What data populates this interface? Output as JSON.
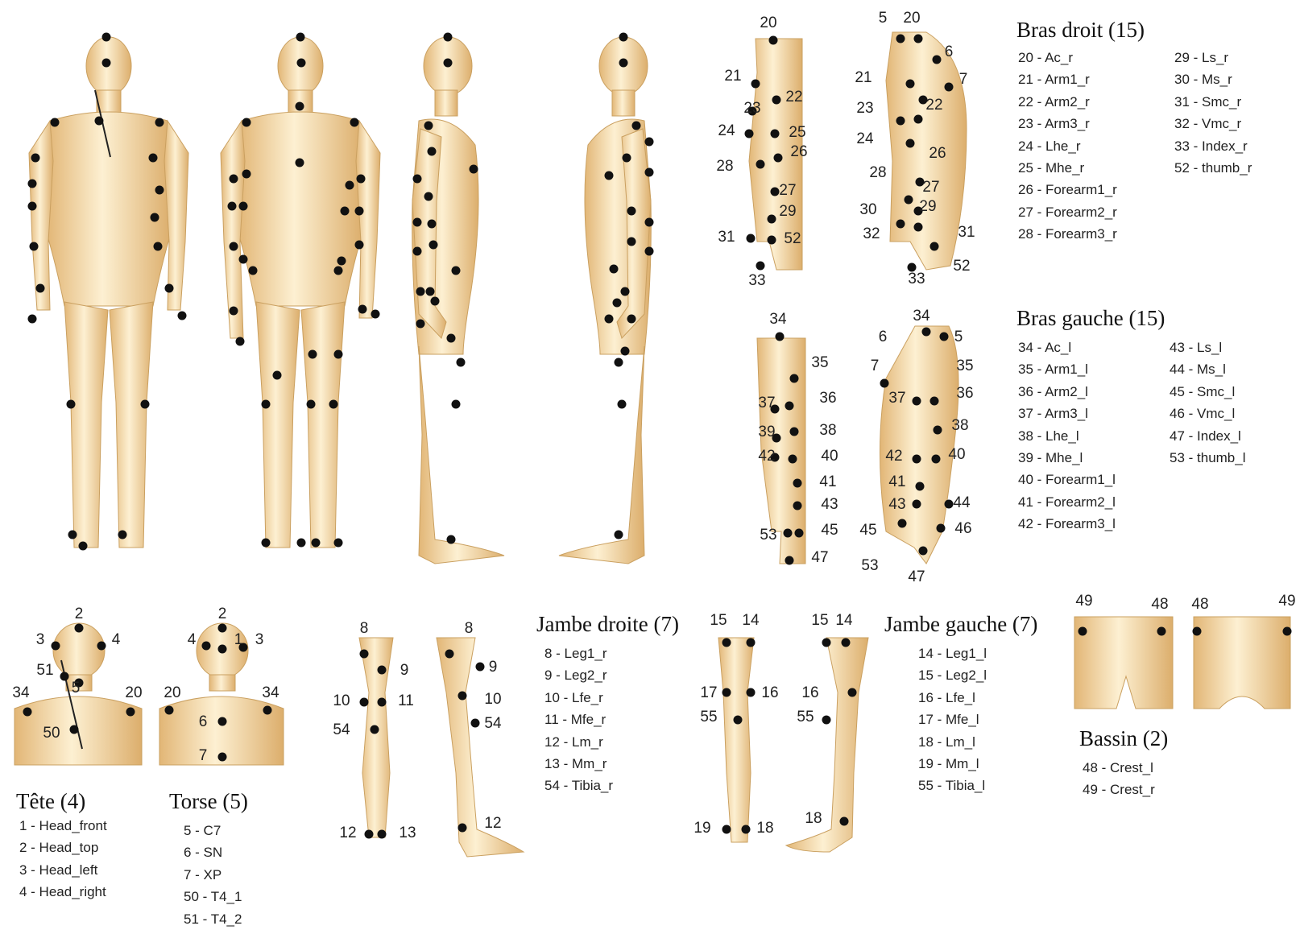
{
  "colors": {
    "skin_light": "#fbeac6",
    "skin_dark": "#e6bc7c",
    "marker": "#111111"
  },
  "groups": {
    "bras_droit": {
      "title": "Bras droit (15)",
      "col1": [
        "20 - Ac_r",
        "21 - Arm1_r",
        "22 - Arm2_r",
        "23 - Arm3_r",
        "24 - Lhe_r",
        "25 - Mhe_r",
        "26 - Forearm1_r",
        "27 - Forearm2_r",
        "28 - Forearm3_r"
      ],
      "col2": [
        "29 - Ls_r",
        "30 - Ms_r",
        "31 - Smc_r",
        "32 - Vmc_r",
        "33 - Index_r",
        "52 - thumb_r"
      ]
    },
    "bras_gauche": {
      "title": "Bras gauche (15)",
      "col1": [
        "34 - Ac_l",
        "35 - Arm1_l",
        "36 - Arm2_l",
        "37 - Arm3_l",
        "38 - Lhe_l",
        "39 - Mhe_l",
        "40 - Forearm1_l",
        "41 - Forearm2_l",
        "42 - Forearm3_l"
      ],
      "col2": [
        "43 - Ls_l",
        "44 - Ms_l",
        "45 - Smc_l",
        "46 - Vmc_l",
        "47 - Index_l",
        "53 - thumb_l"
      ]
    },
    "jambe_droite": {
      "title": "Jambe droite (7)",
      "items": [
        "8 - Leg1_r",
        "9 - Leg2_r",
        "10 - Lfe_r",
        "11 - Mfe_r",
        "12 - Lm_r",
        "13 - Mm_r",
        "54 - Tibia_r"
      ]
    },
    "jambe_gauche": {
      "title": "Jambe gauche (7)",
      "items": [
        "14 - Leg1_l",
        "15 - Leg2_l",
        "16 - Lfe_l",
        "17 - Mfe_l",
        "18 - Lm_l",
        "19 - Mm_l",
        "55 - Tibia_l"
      ]
    },
    "bassin": {
      "title": "Bassin (2)",
      "items": [
        "48 - Crest_l",
        "49 - Crest_r"
      ]
    },
    "tete": {
      "title": "Tête (4)",
      "items": [
        "1 - Head_front",
        "2 - Head_top",
        "3 - Head_left",
        "4 - Head_right"
      ]
    },
    "torse": {
      "title": "Torse (5)",
      "items": [
        "5 - C7",
        "6 - SN",
        "7 - XP",
        "50 - T4_1",
        "51 - T4_2"
      ]
    }
  },
  "marker_labels": {
    "arm_r_a": [
      "20",
      "21",
      "22",
      "23",
      "24",
      "25",
      "26",
      "28",
      "27",
      "29",
      "31",
      "52",
      "33"
    ],
    "arm_r_b": [
      "5",
      "20",
      "6",
      "7",
      "21",
      "22",
      "23",
      "24",
      "26",
      "28",
      "27",
      "30",
      "29",
      "32",
      "31",
      "33",
      "52"
    ],
    "arm_l_a": [
      "34",
      "35",
      "36",
      "37",
      "38",
      "39",
      "40",
      "42",
      "41",
      "43",
      "53",
      "45",
      "47"
    ],
    "arm_l_b": [
      "34",
      "6",
      "5",
      "7",
      "35",
      "36",
      "37",
      "38",
      "42",
      "40",
      "41",
      "43",
      "44",
      "45",
      "46",
      "53",
      "47"
    ],
    "head_back": [
      "2",
      "3",
      "4",
      "51",
      "5",
      "34",
      "20",
      "50"
    ],
    "head_front": [
      "2",
      "4",
      "1",
      "3",
      "20",
      "34",
      "6",
      "7"
    ],
    "leg_r_a": [
      "8",
      "9",
      "10",
      "11",
      "54",
      "12",
      "13"
    ],
    "leg_r_b": [
      "8",
      "9",
      "10",
      "54",
      "12"
    ],
    "leg_l_a": [
      "15",
      "14",
      "17",
      "16",
      "55",
      "19",
      "18"
    ],
    "leg_l_b": [
      "15",
      "14",
      "16",
      "55",
      "18"
    ],
    "pelvis_back": [
      "49",
      "48"
    ],
    "pelvis_front": [
      "48",
      "49"
    ]
  }
}
